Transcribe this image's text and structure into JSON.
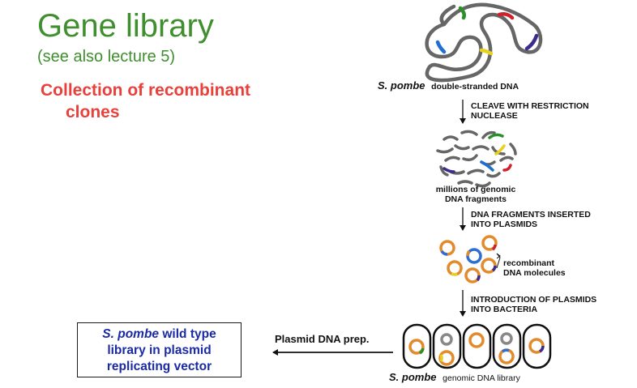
{
  "slide": {
    "title": "Gene library",
    "subtitle": "(see also lecture 5)",
    "point_line1": "Collection of recombinant",
    "point_line2": "clones"
  },
  "diagram": {
    "species": "S. pombe",
    "dna_label": "double-stranded DNA",
    "step1_line1": "CLEAVE WITH RESTRICTION",
    "step1_line2": "NUCLEASE",
    "fragments_line1": "millions of genomic",
    "fragments_line2": "DNA fragments",
    "step2_line1": "DNA FRAGMENTS INSERTED",
    "step2_line2": "INTO PLASMIDS",
    "plasmids_line1": "recombinant",
    "plasmids_line2": "DNA molecules",
    "step3_line1": "INTRODUCTION OF PLASMIDS",
    "step3_line2": "INTO BACTERIA",
    "library_species": "S. pombe",
    "library_label": "genomic DNA library",
    "prep_label": "Plasmid DNA prep.",
    "result_species": "S. pombe",
    "result_line1_rest": " wild type",
    "result_line2": "library in plasmid",
    "result_line3": "replicating vector"
  },
  "colors": {
    "title": "#3f8f2e",
    "highlight": "#e8413c",
    "result_text": "#1a2aa5",
    "strand": "#666666",
    "insert_colors": [
      "#2b8f2b",
      "#d0202a",
      "#1f6fd1",
      "#e6d21e",
      "#3a2e8c"
    ],
    "plasmid_orange": "#e38a2b",
    "plasmid_blue": "#2e6fd0"
  }
}
